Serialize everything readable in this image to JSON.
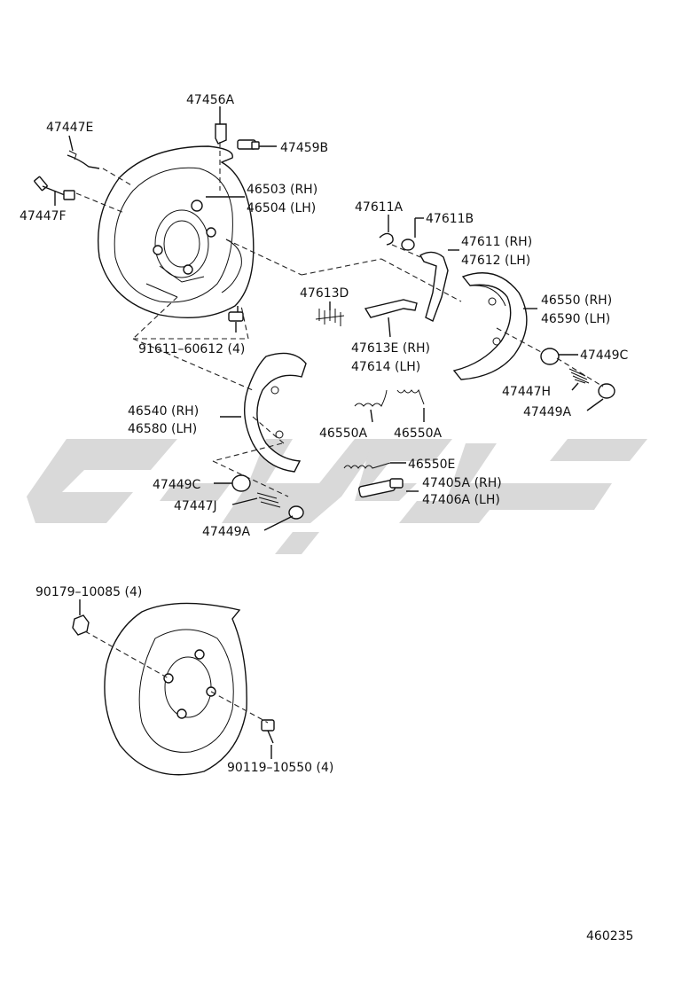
{
  "colors": {
    "ink": "#111111",
    "watermark": "#d9d9d9",
    "background": "#ffffff"
  },
  "watermark": {
    "shape": "stylized-logo-bars",
    "text": ""
  },
  "labels": {
    "p47456A": "47456A",
    "p47447E": "47447E",
    "p47459B": "47459B",
    "p46503": "46503 (RH)",
    "p46504": "46504 (LH)",
    "p47447F": "47447F",
    "p47611A": "47611A",
    "p47611B": "47611B",
    "p47611": "47611 (RH)",
    "p47612": "47612 (LH)",
    "p47613D": "47613D",
    "p46550": "46550 (RH)",
    "p46590": "46590 (LH)",
    "p91611": "91611–60612 (4)",
    "p47613E": "47613E (RH)",
    "p47614": "47614 (LH)",
    "p47449C_r": "47449C",
    "p47447H": "47447H",
    "p47449A_r": "47449A",
    "p46540": "46540 (RH)",
    "p46580": "46580 (LH)",
    "p46550A_1": "46550A",
    "p46550A_2": "46550A",
    "p46550E": "46550E",
    "p47449C_l": "47449C",
    "p47405A": "47405A (RH)",
    "p47406A": "47406A (LH)",
    "p47447J": "47447J",
    "p47449A_l": "47449A",
    "p90179": "90179–10085 (4)",
    "p90119": "90119–10550 (4)",
    "figure_no": "460235"
  }
}
